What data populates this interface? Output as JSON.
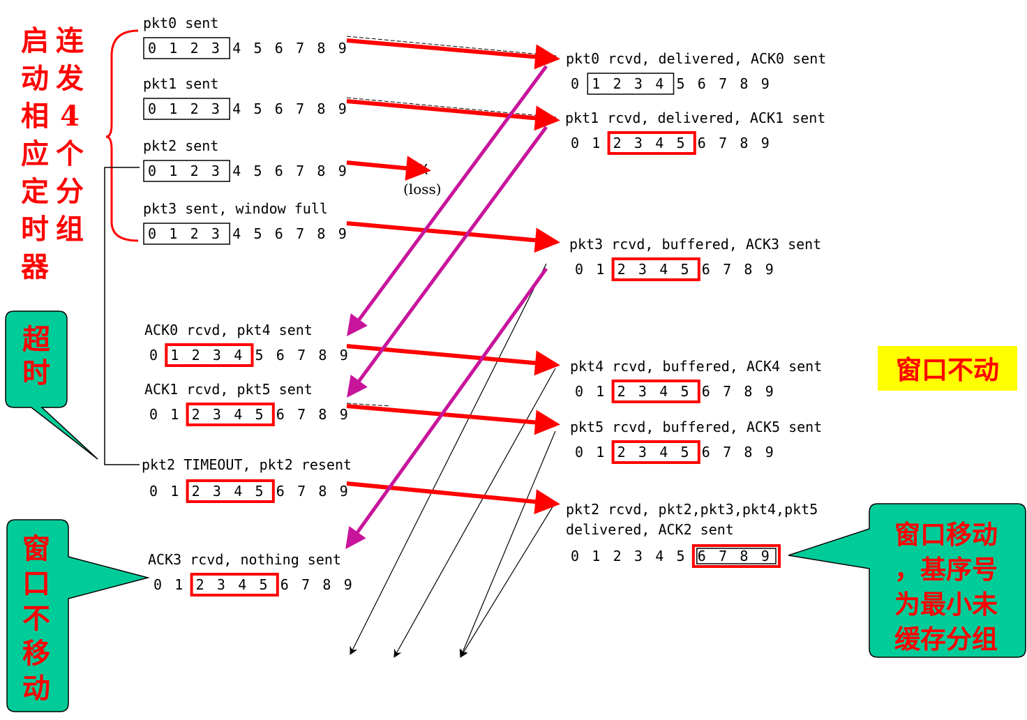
{
  "colors": {
    "arrow_red": "#ff0000",
    "arrow_magenta": "#c8149b",
    "callout_fill": "#00cc99",
    "label_red": "#ff0000",
    "highlight_yellow": "#ffff00"
  },
  "seq_digits": [
    "0",
    "1",
    "2",
    "3",
    "4",
    "5",
    "6",
    "7",
    "8",
    "9"
  ],
  "sender": {
    "labels": [
      "pkt0 sent",
      "pkt1 sent",
      "pkt2 sent",
      "pkt3 sent, window full",
      "ACK0 rcvd, pkt4 sent",
      "ACK1 rcvd, pkt5 sent",
      "pkt2 TIMEOUT, pkt2 resent",
      "ACK3 rcvd, nothing sent"
    ]
  },
  "receiver": {
    "labels": [
      "pkt0 rcvd, delivered, ACK0 sent",
      "pkt1 rcvd, delivered, ACK1 sent",
      "pkt3 rcvd, buffered, ACK3 sent",
      "pkt4 rcvd, buffered, ACK4 sent",
      "pkt5 rcvd, buffered, ACK5 sent",
      "pkt2 rcvd, pkt2,pkt3,pkt4,pkt5",
      "delivered, ACK2 sent"
    ]
  },
  "loss_label": "(loss)",
  "loss_mark": "X",
  "annotations": {
    "start_timer": "启动相应定时器",
    "send_four": "连发4个分组",
    "timeout": "超时",
    "window_not_move_left": "窗口不移动",
    "window_still": "窗口不动",
    "window_move": [
      "窗口移动",
      "，基序号",
      "为最小未",
      "缓存分组"
    ]
  }
}
